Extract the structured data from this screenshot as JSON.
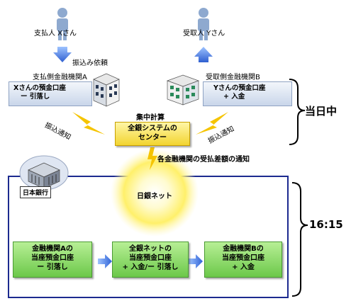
{
  "payer": {
    "label": "支払人 Xさん"
  },
  "payee": {
    "label": "受取人 Yさん"
  },
  "transfer_request": "振込み依頼",
  "bank_a": {
    "title": "支払側金融機関A",
    "line1": "Xさんの預金口座",
    "line2": "ー 引落し"
  },
  "bank_b": {
    "title": "受取側金融機関B",
    "line1": "Yさんの預金口座",
    "line2": "+ 入金"
  },
  "notice_left": "振込通知",
  "notice_right": "振込通知",
  "central_calc": "集中計算",
  "zengin_center": {
    "line1": "全銀システムの",
    "line2": "センター"
  },
  "settlement_notice": "各金融機関の受払差額の通知",
  "boj_label": "日本銀行",
  "boj_net": "日銀ネット",
  "same_day": "当日中",
  "time": "16:15",
  "accounts": [
    {
      "line1": "金融機関Aの",
      "line2": "当座預金口座",
      "line3": "ー 引落し"
    },
    {
      "line1": "全銀ネットの",
      "line2": "当座預金口座",
      "line3": "+ 入金/ー 引落し"
    },
    {
      "line1": "金融機関Bの",
      "line2": "当座預金口座",
      "line3": "+ 入金"
    }
  ],
  "colors": {
    "person": "#8ea9cf",
    "arrow_blue": "#3b6fd8",
    "frame": "#1c2a8f",
    "lightning": "#f5c400"
  }
}
